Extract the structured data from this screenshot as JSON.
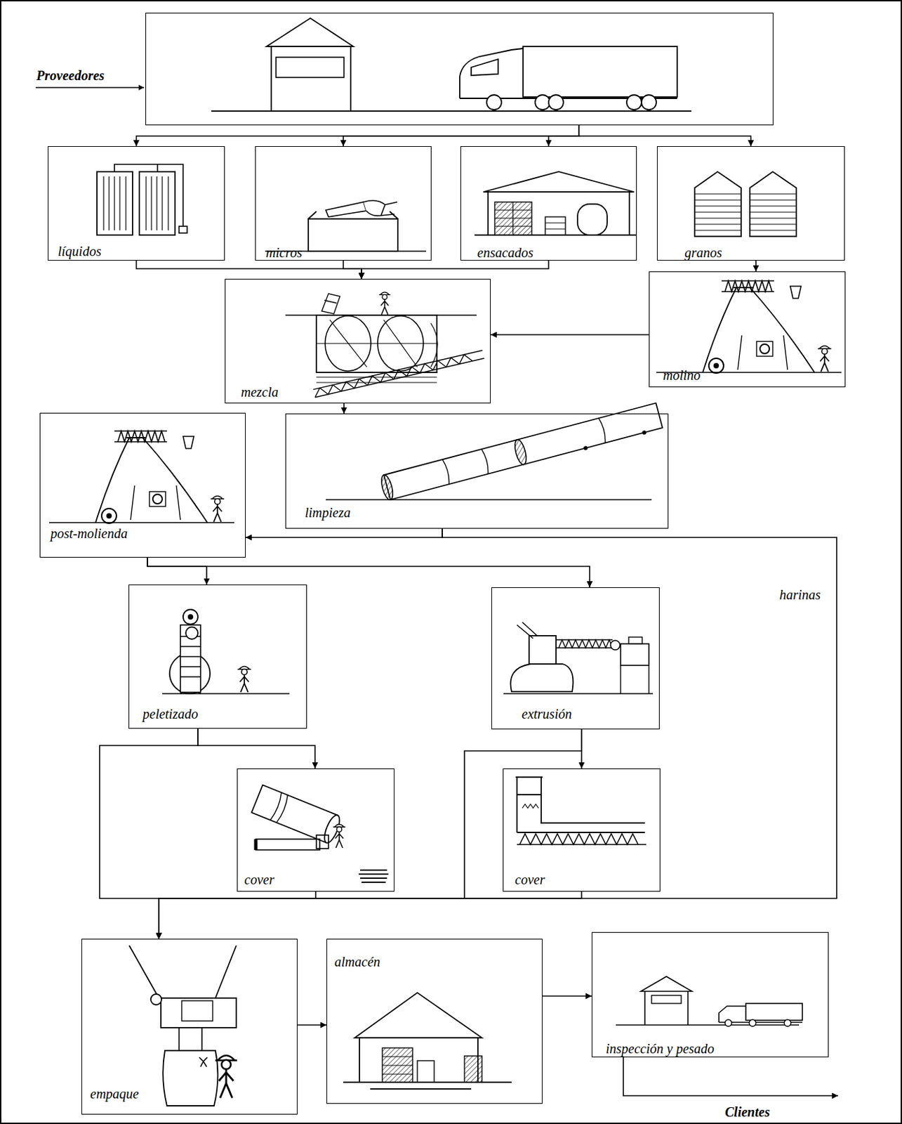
{
  "diagram": {
    "nodes": [
      {
        "text": [
          "Proveedores"
        ]
      },
      {
        "text": [
          "líquidos"
        ]
      },
      {
        "text": [
          "micros"
        ]
      },
      {
        "text": [
          "ensacados"
        ]
      },
      {
        "text": [
          "granos"
        ]
      },
      {
        "text": [
          "mezcla"
        ]
      },
      {
        "text": [
          "molino"
        ]
      },
      {
        "text": [
          "post-molienda"
        ]
      },
      {
        "text": [
          "limpieza"
        ]
      },
      {
        "text": [
          "peletizado"
        ]
      },
      {
        "text": [
          "extrusión"
        ]
      },
      {
        "text": [
          "cover"
        ]
      },
      {
        "text": [
          "cover"
        ]
      },
      {
        "text": [
          "empaque"
        ]
      },
      {
        "text": [
          "almacén"
        ]
      },
      {
        "text": [
          "inspección y pesado"
        ]
      },
      {
        "text": [
          "Clientes"
        ]
      }
    ],
    "edges": [
      {
        "from": 0,
        "to": 1,
        "arrow": "to"
      },
      {
        "from": 0,
        "to": 2,
        "arrow": "to"
      },
      {
        "from": 0,
        "to": 3,
        "arrow": "to"
      },
      {
        "from": 0,
        "to": 4,
        "arrow": "to"
      },
      {
        "from": 1,
        "to": 5,
        "arrow": "to"
      },
      {
        "from": 2,
        "to": 5,
        "arrow": "to"
      },
      {
        "from": 3,
        "to": 5,
        "arrow": "to"
      },
      {
        "from": 4,
        "to": 6,
        "arrow": "to"
      },
      {
        "from": 6,
        "to": 5,
        "arrow": "to"
      },
      {
        "from": 5,
        "to": 8,
        "arrow": "to"
      },
      {
        "from": 8,
        "to": 7,
        "arrow": "to"
      },
      {
        "from": 8,
        "to": 13,
        "label": "harinas",
        "arrow": "to"
      },
      {
        "from": 7,
        "to": 9,
        "arrow": "to"
      },
      {
        "from": 7,
        "to": 10,
        "arrow": "to"
      },
      {
        "from": 9,
        "to": 11,
        "arrow": "to"
      },
      {
        "from": 9,
        "to": 13,
        "arrow": "to"
      },
      {
        "from": 11,
        "to": 13,
        "arrow": "to"
      },
      {
        "from": 10,
        "to": 12,
        "arrow": "to"
      },
      {
        "from": 10,
        "to": 13,
        "arrow": "to"
      },
      {
        "from": 12,
        "to": 13,
        "arrow": "to"
      },
      {
        "from": 13,
        "to": 14,
        "arrow": "to"
      },
      {
        "from": 14,
        "to": 15,
        "arrow": "to"
      },
      {
        "from": 15,
        "to": 16,
        "arrow": "to"
      }
    ]
  }
}
